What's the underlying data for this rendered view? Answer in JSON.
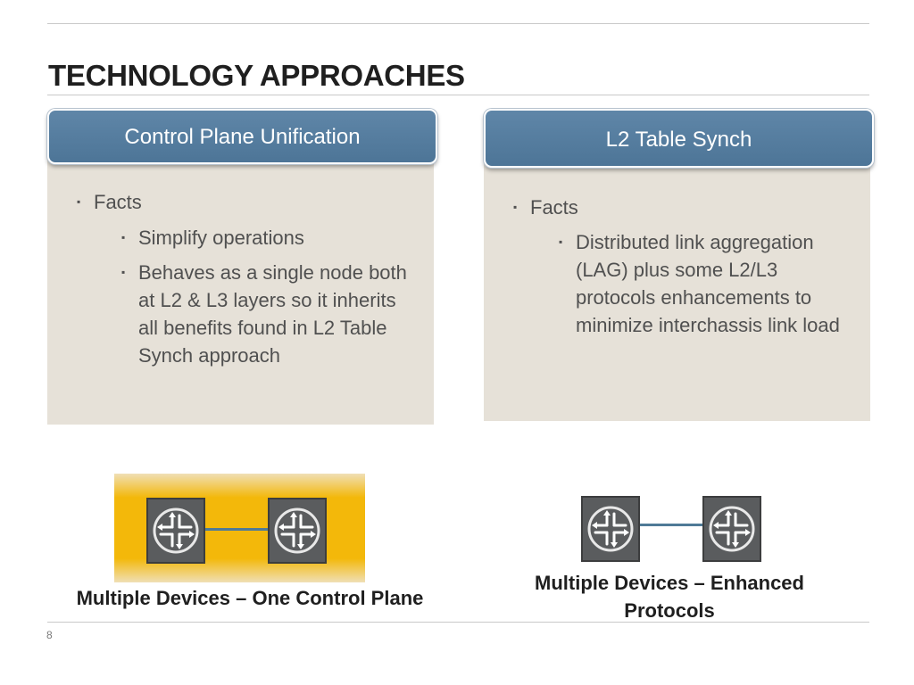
{
  "slide": {
    "title": "TECHNOLOGY APPROACHES",
    "page_number": "8"
  },
  "left_card": {
    "header": "Control Plane Unification",
    "bullets": [
      {
        "level": 1,
        "text": "Facts"
      },
      {
        "level": 2,
        "text": "Simplify operations"
      },
      {
        "level": 2,
        "text": "Behaves as a single node both at L2 & L3 layers so it inherits all benefits found in L2 Table Synch approach"
      }
    ],
    "diagram_caption": "Multiple Devices – One Control Plane"
  },
  "right_card": {
    "header": "L2 Table Synch",
    "bullets": [
      {
        "level": 1,
        "text": "Facts"
      },
      {
        "level": 2,
        "text": "Distributed link aggregation (LAG) plus some L2/L3 protocols enhancements to minimize interchassis link load"
      }
    ],
    "diagram_caption": "Multiple Devices – Enhanced Protocols"
  },
  "icons": {
    "bullet": "square-bullet-icon",
    "device": "router-icon"
  },
  "colors": {
    "header_blue": "#4f7799",
    "panel_beige": "#e6e1d8",
    "highlight_gold": "#f3b80a",
    "link_line": "#4f7a97"
  }
}
